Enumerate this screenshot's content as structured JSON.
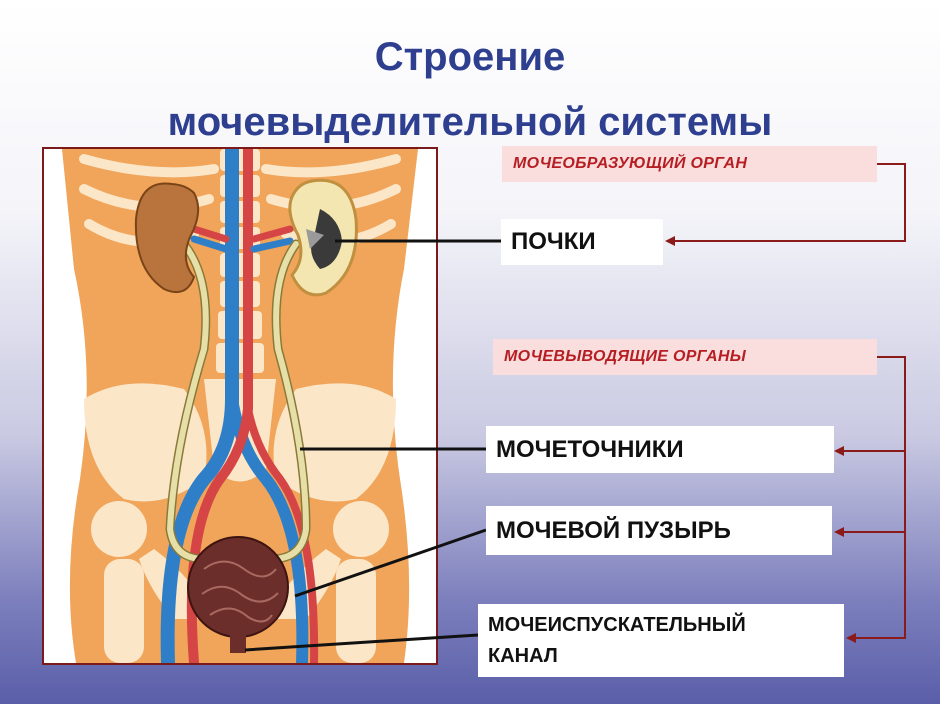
{
  "title": {
    "line1": "Строение",
    "line2": "мочевыделительной системы"
  },
  "categories": {
    "forming": "МОЧЕОБРАЗУЮЩИЙ ОРГАН",
    "excreting": "МОЧЕВЫВОДЯЩИЕ  ОРГАНЫ"
  },
  "labels": {
    "kidneys": "ПОЧКИ",
    "ureters": "МОЧЕТОЧНИКИ",
    "bladder": "МОЧЕВОЙ ПУЗЫРЬ",
    "urethra_line1": "МОЧЕИСПУСКАТЕЛЬНЫЙ",
    "urethra_line2": "КАНАЛ"
  },
  "colors": {
    "title": "#2e3f8f",
    "category_text": "#b61e23",
    "category_bg": "#f9dedd",
    "bracket": "#8b1a1a",
    "body": "#f0a55a",
    "bone": "#fbe6c8",
    "artery": "#d64545",
    "vein": "#2f7fc8",
    "ureter": "#e6e0a8",
    "kidney": "#b8743c",
    "bladder": "#6b2e2a"
  }
}
